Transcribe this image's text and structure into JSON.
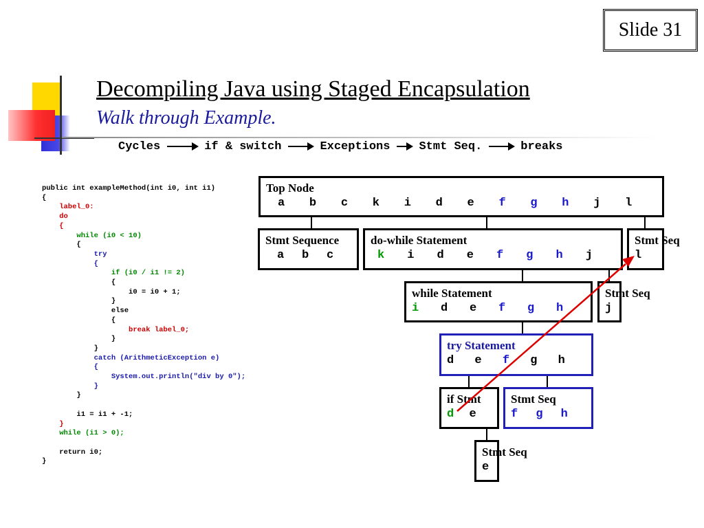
{
  "slide_label": "Slide 31",
  "title": "Decompiling Java using Staged Encapsulation",
  "subtitle": "Walk through Example.",
  "stages": [
    "Cycles",
    "if & switch",
    "Exceptions",
    "Stmt Seq.",
    "breaks"
  ],
  "code_lines": [
    {
      "text": "public int exampleMethod(int i0, int i1)",
      "color": "black"
    },
    {
      "text": "{",
      "color": "black"
    },
    {
      "text": "    label_0:",
      "color": "red"
    },
    {
      "text": "    do",
      "color": "red"
    },
    {
      "text": "    {",
      "color": "red"
    },
    {
      "text": "        while (i0 < 10)",
      "color": "green"
    },
    {
      "text": "        {",
      "color": "black"
    },
    {
      "text": "            try",
      "color": "blue"
    },
    {
      "text": "            {",
      "color": "blue"
    },
    {
      "text": "                if (i0 / i1 != 2)",
      "color": "green"
    },
    {
      "text": "                {",
      "color": "black"
    },
    {
      "text": "                    i0 = i0 + 1;",
      "color": "black"
    },
    {
      "text": "                }",
      "color": "black"
    },
    {
      "text": "                else",
      "color": "black"
    },
    {
      "text": "                {",
      "color": "black"
    },
    {
      "text": "                    break label_0;",
      "color": "red"
    },
    {
      "text": "                }",
      "color": "black"
    },
    {
      "text": "            }",
      "color": "black"
    },
    {
      "text": "            catch (ArithmeticException e)",
      "color": "blue"
    },
    {
      "text": "            {",
      "color": "blue"
    },
    {
      "text": "                System.out.println(\"div by 0\");",
      "color": "blue"
    },
    {
      "text": "            }",
      "color": "blue"
    },
    {
      "text": "        }",
      "color": "black"
    },
    {
      "text": "",
      "color": "black"
    },
    {
      "text": "        i1 = i1 + -1;",
      "color": "black"
    },
    {
      "text": "    }",
      "color": "red"
    },
    {
      "text": "    while (i1 > 0);",
      "color": "green"
    },
    {
      "text": "",
      "color": "black"
    },
    {
      "text": "    return i0;",
      "color": "black"
    },
    {
      "text": "}",
      "color": "black"
    }
  ],
  "nodes": {
    "top": {
      "label": "Top Node",
      "letters": [
        {
          "t": "a",
          "c": "black"
        },
        {
          "t": "b",
          "c": "black"
        },
        {
          "t": "c",
          "c": "black"
        },
        {
          "t": "k",
          "c": "black"
        },
        {
          "t": "i",
          "c": "black"
        },
        {
          "t": "d",
          "c": "black"
        },
        {
          "t": "e",
          "c": "black"
        },
        {
          "t": "f",
          "c": "blue"
        },
        {
          "t": "g",
          "c": "blue"
        },
        {
          "t": "h",
          "c": "blue"
        },
        {
          "t": "j",
          "c": "black"
        },
        {
          "t": "l",
          "c": "black"
        }
      ]
    },
    "seq1": {
      "label": "Stmt Sequence",
      "letters": [
        {
          "t": "a",
          "c": "black"
        },
        {
          "t": "b",
          "c": "black"
        },
        {
          "t": "c",
          "c": "black"
        }
      ]
    },
    "dowhile": {
      "label": "do-while Statement",
      "letters": [
        {
          "t": "k",
          "c": "green"
        },
        {
          "t": "i",
          "c": "black"
        },
        {
          "t": "d",
          "c": "black"
        },
        {
          "t": "e",
          "c": "black"
        },
        {
          "t": "f",
          "c": "blue"
        },
        {
          "t": "g",
          "c": "blue"
        },
        {
          "t": "h",
          "c": "blue"
        },
        {
          "t": "j",
          "c": "black"
        }
      ]
    },
    "seqL": {
      "label": "Stmt Seq",
      "letters": [
        {
          "t": "l",
          "c": "black"
        }
      ]
    },
    "while": {
      "label": "while Statement",
      "letters": [
        {
          "t": "i",
          "c": "green"
        },
        {
          "t": "d",
          "c": "black"
        },
        {
          "t": "e",
          "c": "black"
        },
        {
          "t": "f",
          "c": "blue"
        },
        {
          "t": "g",
          "c": "blue"
        },
        {
          "t": "h",
          "c": "blue"
        }
      ]
    },
    "seqJ": {
      "label": "Stmt Seq",
      "letters": [
        {
          "t": "j",
          "c": "black"
        }
      ]
    },
    "try": {
      "label": "try Statement",
      "letters": [
        {
          "t": "d",
          "c": "black"
        },
        {
          "t": "e",
          "c": "black"
        },
        {
          "t": "f",
          "c": "blue"
        },
        {
          "t": "g",
          "c": "black"
        },
        {
          "t": "h",
          "c": "black"
        }
      ]
    },
    "if": {
      "label": "if Stmt",
      "letters": [
        {
          "t": "d",
          "c": "green"
        },
        {
          "t": "e",
          "c": "black"
        }
      ]
    },
    "seqFGH": {
      "label": "Stmt Seq",
      "letters": [
        {
          "t": "f",
          "c": "blue"
        },
        {
          "t": "g",
          "c": "blue"
        },
        {
          "t": "h",
          "c": "blue"
        }
      ]
    },
    "seqE": {
      "label": "Stmt Seq",
      "letters": [
        {
          "t": "e",
          "c": "black"
        }
      ]
    }
  },
  "colors": {
    "black": "#000000",
    "blue": "#1a1acc",
    "green": "#009900",
    "red": "#cc0000",
    "arrow": "#dd0000",
    "title_blue": "#1a1a9c"
  }
}
